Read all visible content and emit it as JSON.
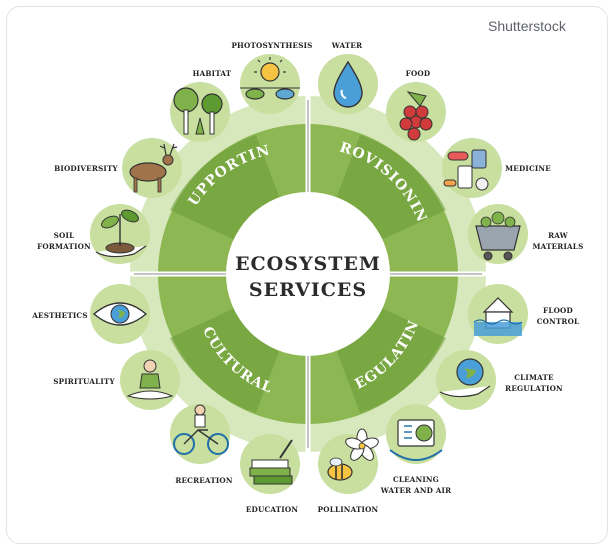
{
  "watermark": "Shutterstock",
  "center": {
    "line1": "ECOSYSTEM",
    "line2": "SERVICES"
  },
  "segments": {
    "supporting": "SUPPORTING",
    "provisioning": "PROVISIONING",
    "regulating": "REGULATING",
    "cultural": "CULTURAL"
  },
  "labels": {
    "photosynthesis": "PHOTOSYNTHESIS",
    "water": "WATER",
    "habitat": "HABITAT",
    "food": "FOOD",
    "biodiversity": "BIODIVERSITY",
    "medicine": "MEDICINE",
    "soil_1": "SOIL",
    "soil_2": "FORMATION",
    "raw_1": "RAW",
    "raw_2": "MATERIALS",
    "aesthetics": "AESTHETICS",
    "flood_1": "FLOOD",
    "flood_2": "CONTROL",
    "spirituality": "SPIRITUALITY",
    "climate_1": "CLIMATE",
    "climate_2": "REGULATION",
    "recreation": "RECREATION",
    "cleaning_1": "CLEANING",
    "cleaning_2": "WATER AND AIR",
    "education": "EDUCATION",
    "pollination": "POLLINATION"
  },
  "colors": {
    "dark_green": "#6a9a34",
    "mid_green": "#8cb753",
    "light_green": "#b6d489",
    "pale_green": "#d8e8bd",
    "icon_bg": "#c9df9f"
  },
  "icons": {
    "photosynthesis": "sun-leaf-icon",
    "water": "water-drop-icon",
    "habitat": "trees-icon",
    "food": "grapes-icon",
    "biodiversity": "deer-icon",
    "medicine": "pills-icon",
    "soil_formation": "sprout-hand-icon",
    "raw_materials": "mine-cart-icon",
    "aesthetics": "eye-globe-icon",
    "flood_control": "flooded-house-icon",
    "spirituality": "meditation-icon",
    "climate_regulation": "globe-hand-icon",
    "recreation": "bicycle-icon",
    "cleaning_water_and_air": "filter-icon",
    "education": "books-icon",
    "pollination": "bee-flower-icon"
  }
}
